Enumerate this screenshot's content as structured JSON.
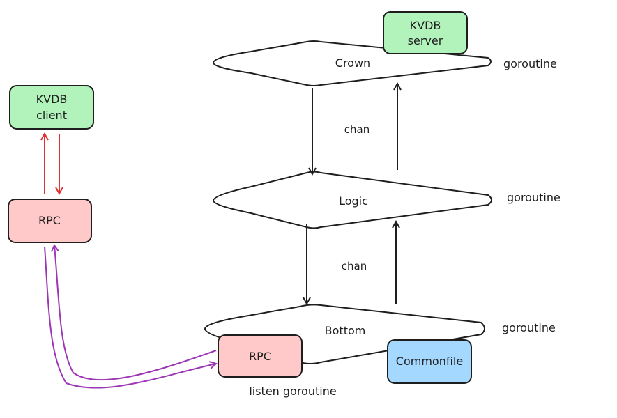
{
  "nodes": {
    "kvdb_server": {
      "line1": "KVDB",
      "line2": "server"
    },
    "kvdb_client": {
      "line1": "KVDB",
      "line2": "client"
    },
    "crown": "Crown",
    "logic": "Logic",
    "bottom": "Bottom",
    "rpc_left": "RPC",
    "rpc_bottom": "RPC",
    "commonfile": "Commonfile"
  },
  "labels": {
    "chan_upper": "chan",
    "chan_lower": "chan",
    "goroutine_crown": "goroutine",
    "goroutine_logic": "goroutine",
    "goroutine_bottom": "goroutine",
    "listen_goroutine": "listen goroutine"
  },
  "colors": {
    "green": "#b2f2bb",
    "red_fill": "#ffc9c9",
    "blue": "#a5d8ff",
    "stroke": "#1e1e1e",
    "red_arrow": "#e03131",
    "purple_arrow": "#9c36b5"
  }
}
